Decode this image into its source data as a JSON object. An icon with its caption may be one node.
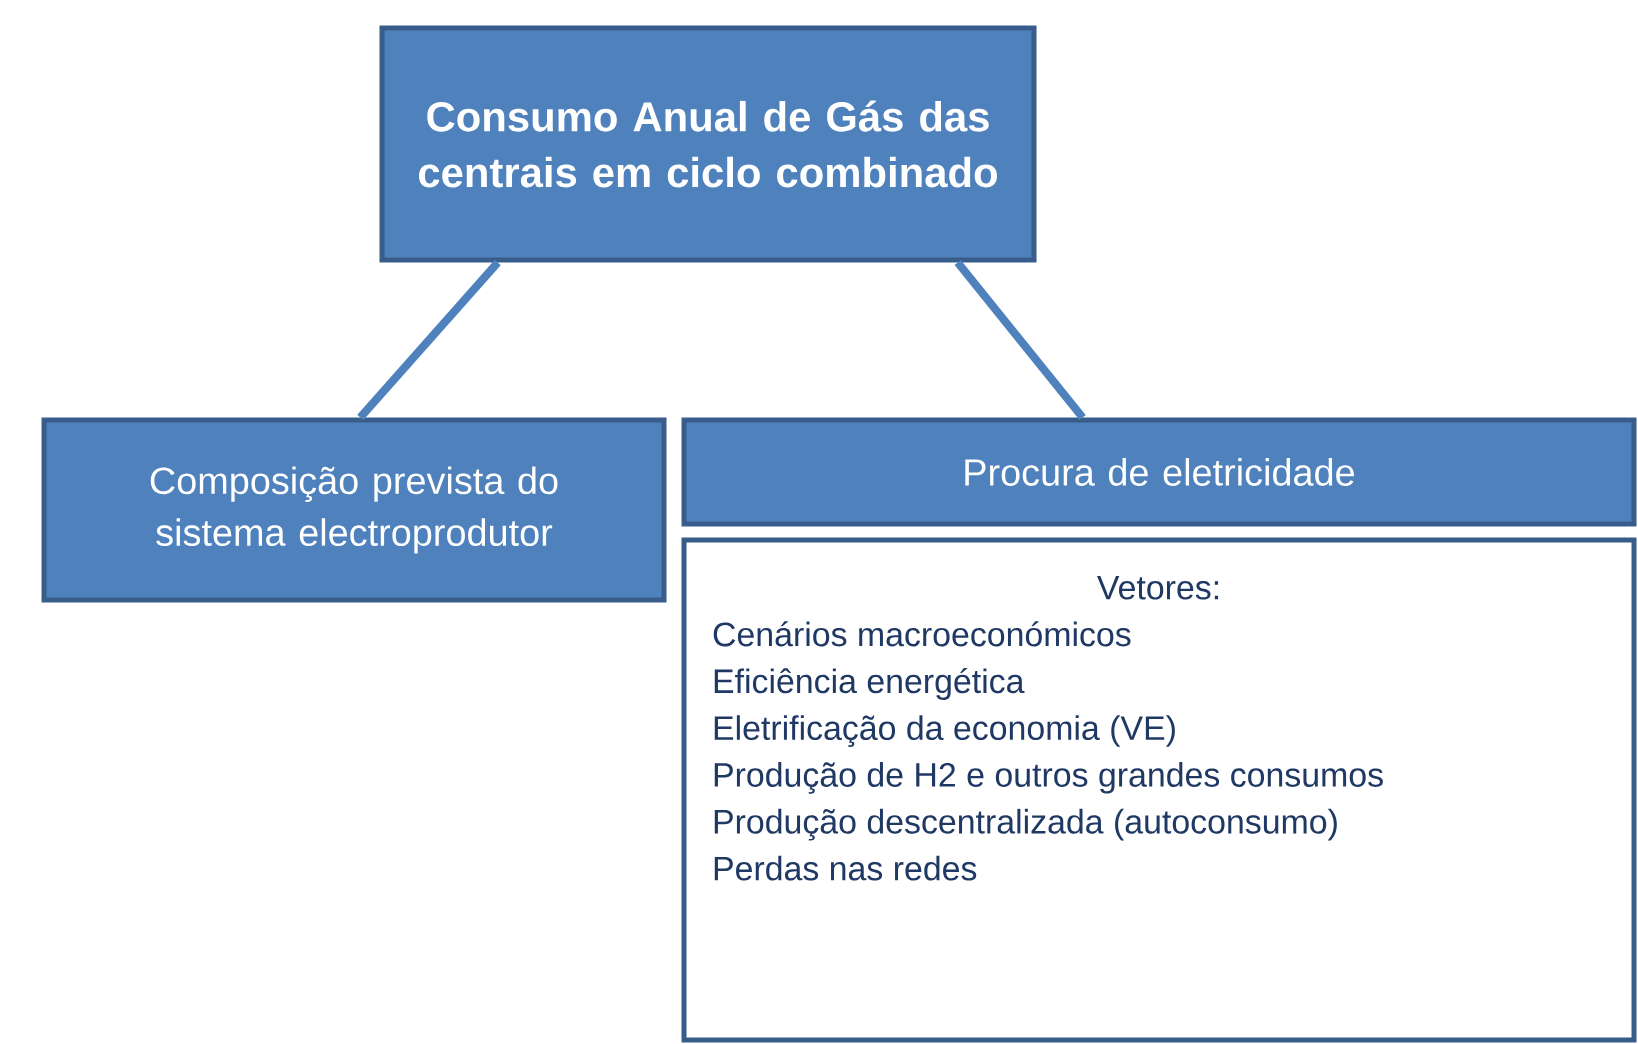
{
  "diagram": {
    "nodes": [
      {
        "text": [
          "Consumo  Anual de Gás das centrais em ciclo combinado"
        ]
      },
      {
        "text": [
          "Composição prevista do sistema electroprodutor"
        ]
      },
      {
        "text": [
          "Procura de eletricidade"
        ]
      },
      {
        "text": [
          "Vetores:",
          "Cenários macroeconómicos",
          "Eficiência energética",
          "Eletrificação da economia (VE)",
          "Produção de H2 e outros grandes consumos",
          "Produção descentralizada (autoconsumo)",
          "Perdas nas redes"
        ]
      }
    ],
    "edges": [
      {
        "from": 0,
        "to": 1,
        "arrow": "none"
      },
      {
        "from": 0,
        "to": 2,
        "arrow": "none"
      }
    ]
  }
}
